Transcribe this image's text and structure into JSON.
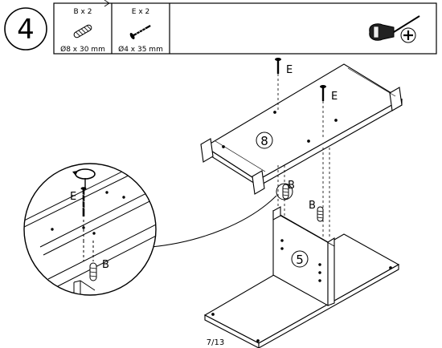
{
  "step": {
    "number": "4"
  },
  "parts": [
    {
      "code_qty": "B x 2",
      "size": "Ø8 x 30 mm",
      "icon": "dowel-icon"
    },
    {
      "code_qty": "E x 2",
      "size": "Ø4 x 35 mm",
      "icon": "screw-icon"
    }
  ],
  "tool": {
    "icon": "phillips-screwdriver-icon"
  },
  "labels": {
    "screw_top_1": "E",
    "screw_top_2": "E",
    "dowel_right_1": "B",
    "dowel_right_2": "B",
    "detail_screw": "E",
    "detail_dowel": "B"
  },
  "panels": {
    "top_panel": "8",
    "bottom_panel": "5"
  },
  "footer": {
    "page": "7/13"
  }
}
